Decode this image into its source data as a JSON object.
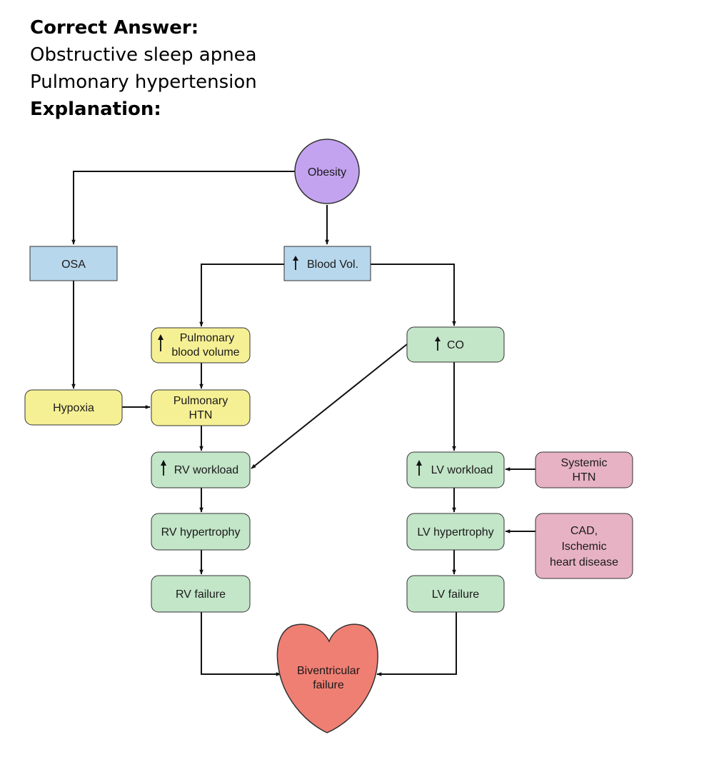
{
  "header": {
    "correct_label": "Correct Answer:",
    "answers": [
      "Obstructive sleep apnea",
      "Pulmonary hypertension"
    ],
    "explanation_label": "Explanation:"
  },
  "colors": {
    "purple": "#c3a3f0",
    "blue": "#b7d7ec",
    "yellow": "#f6f095",
    "green": "#c3e5c8",
    "pink": "#e7b2c4",
    "heart": "#f07f73"
  },
  "diagram": {
    "obesity": "Obesity",
    "osa": "OSA",
    "blood_vol": "Blood Vol.",
    "pulm_blood_volume": [
      "Pulmonary",
      "blood volume"
    ],
    "hypoxia": "Hypoxia",
    "pulm_htn": [
      "Pulmonary",
      "HTN"
    ],
    "co": "CO",
    "rv_workload": "RV workload",
    "rv_hypertrophy": "RV hypertrophy",
    "rv_failure": "RV failure",
    "lv_workload": "LV workload",
    "lv_hypertrophy": "LV hypertrophy",
    "lv_failure": "LV failure",
    "systemic_htn": [
      "Systemic",
      "HTN"
    ],
    "cad": [
      "CAD,",
      "Ischemic",
      "heart disease"
    ],
    "biventricular": [
      "Biventricular",
      "failure"
    ]
  }
}
